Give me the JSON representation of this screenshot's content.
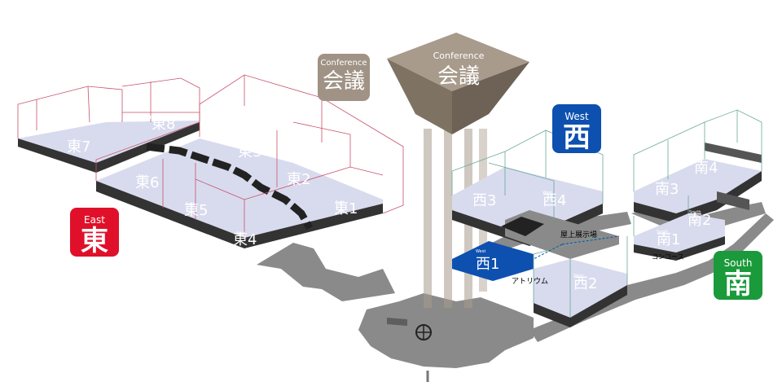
{
  "colors": {
    "east": "#e0102a",
    "west": "#0d50b0",
    "south": "#1a9a3a",
    "conference": "#a09385",
    "tower": "#8e8172",
    "hall_floor": "#d8dbee",
    "walkway": "#8a8a8a",
    "east_wire": "#c8506a",
    "west_wire": "#6aa89a"
  },
  "badges": {
    "east": {
      "en": "East",
      "jp": "東"
    },
    "west": {
      "en": "West",
      "jp": "西"
    },
    "south": {
      "en": "South",
      "jp": "南"
    },
    "conference": {
      "en": "Conference",
      "jp": "会議"
    }
  },
  "tower": {
    "en": "Conference",
    "jp": "会議"
  },
  "halls": {
    "east7": "東7",
    "east8": "東8",
    "east3": "東3",
    "east6": "東6",
    "east2": "東2",
    "east5": "東5",
    "east1": "東1",
    "east4": "東4",
    "west1": "西1",
    "west2": "西2",
    "west3": "西3",
    "west4": "西4",
    "south1": "南1",
    "south2": "南2",
    "south3": "南3",
    "south4": "南4"
  },
  "small_labels": {
    "east": "East",
    "west": "West",
    "south": "South"
  },
  "annotations": {
    "rooftop": "屋上展示場",
    "atrium": "アトリウム",
    "concourse": "コンコース"
  }
}
